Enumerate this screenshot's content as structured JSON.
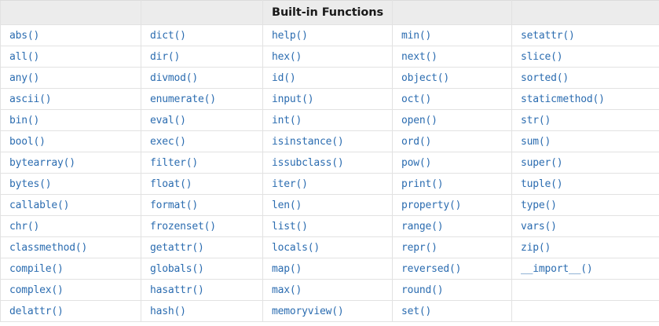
{
  "table": {
    "header": {
      "cells": [
        "",
        "",
        "Built-in Functions",
        "",
        ""
      ],
      "title": "Built-in Functions",
      "title_column_index": 2,
      "background_color": "#ececec",
      "text_color": "#1a1a1a"
    },
    "link_color": "#2b6cb0",
    "border_color": "#e2e2e2",
    "column_count": 5,
    "row_count": 14,
    "columns": [
      {
        "index": 0,
        "items": [
          "abs()",
          "all()",
          "any()",
          "ascii()",
          "bin()",
          "bool()",
          "bytearray()",
          "bytes()",
          "callable()",
          "chr()",
          "classmethod()",
          "compile()",
          "complex()",
          "delattr()"
        ]
      },
      {
        "index": 1,
        "items": [
          "dict()",
          "dir()",
          "divmod()",
          "enumerate()",
          "eval()",
          "exec()",
          "filter()",
          "float()",
          "format()",
          "frozenset()",
          "getattr()",
          "globals()",
          "hasattr()",
          "hash()"
        ]
      },
      {
        "index": 2,
        "items": [
          "help()",
          "hex()",
          "id()",
          "input()",
          "int()",
          "isinstance()",
          "issubclass()",
          "iter()",
          "len()",
          "list()",
          "locals()",
          "map()",
          "max()",
          "memoryview()"
        ]
      },
      {
        "index": 3,
        "items": [
          "min()",
          "next()",
          "object()",
          "oct()",
          "open()",
          "ord()",
          "pow()",
          "print()",
          "property()",
          "range()",
          "repr()",
          "reversed()",
          "round()",
          "set()"
        ]
      },
      {
        "index": 4,
        "items": [
          "setattr()",
          "slice()",
          "sorted()",
          "staticmethod()",
          "str()",
          "sum()",
          "super()",
          "tuple()",
          "type()",
          "vars()",
          "zip()",
          "__import__()",
          "",
          ""
        ]
      }
    ],
    "rows": [
      [
        "abs()",
        "dict()",
        "help()",
        "min()",
        "setattr()"
      ],
      [
        "all()",
        "dir()",
        "hex()",
        "next()",
        "slice()"
      ],
      [
        "any()",
        "divmod()",
        "id()",
        "object()",
        "sorted()"
      ],
      [
        "ascii()",
        "enumerate()",
        "input()",
        "oct()",
        "staticmethod()"
      ],
      [
        "bin()",
        "eval()",
        "int()",
        "open()",
        "str()"
      ],
      [
        "bool()",
        "exec()",
        "isinstance()",
        "ord()",
        "sum()"
      ],
      [
        "bytearray()",
        "filter()",
        "issubclass()",
        "pow()",
        "super()"
      ],
      [
        "bytes()",
        "float()",
        "iter()",
        "print()",
        "tuple()"
      ],
      [
        "callable()",
        "format()",
        "len()",
        "property()",
        "type()"
      ],
      [
        "chr()",
        "frozenset()",
        "list()",
        "range()",
        "vars()"
      ],
      [
        "classmethod()",
        "getattr()",
        "locals()",
        "repr()",
        "zip()"
      ],
      [
        "compile()",
        "globals()",
        "map()",
        "reversed()",
        "__import__()"
      ],
      [
        "complex()",
        "hasattr()",
        "max()",
        "round()",
        ""
      ],
      [
        "delattr()",
        "hash()",
        "memoryview()",
        "set()",
        ""
      ]
    ]
  }
}
